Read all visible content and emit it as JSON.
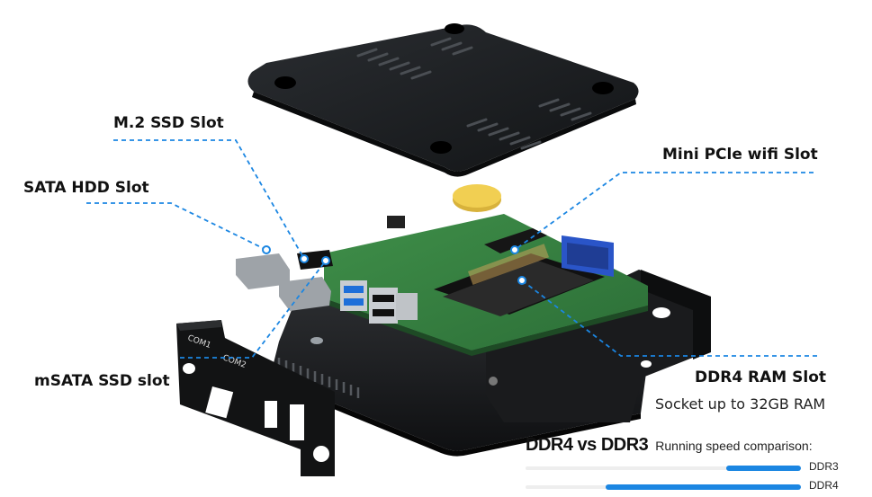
{
  "labels": {
    "m2": "M.2 SSD Slot",
    "sata": "SATA HDD Slot",
    "mpcie": "Mini PCle wifi Slot",
    "msata": "mSATA SSD slot",
    "ddr4": "DDR4 RAM Slot",
    "ddr4_sub": "Socket up to 32GB RAM"
  },
  "comparison": {
    "title": "DDR4 vs DDR3",
    "subtitle": "Running speed comparison:",
    "bars": [
      {
        "name": "DDR3",
        "value": 0.27
      },
      {
        "name": "DDR4",
        "value": 0.71
      }
    ],
    "color": "#1b86e2"
  },
  "bracket_text": {
    "com1": "COM1",
    "com2": "COM2"
  },
  "accent": "#1b86e2"
}
